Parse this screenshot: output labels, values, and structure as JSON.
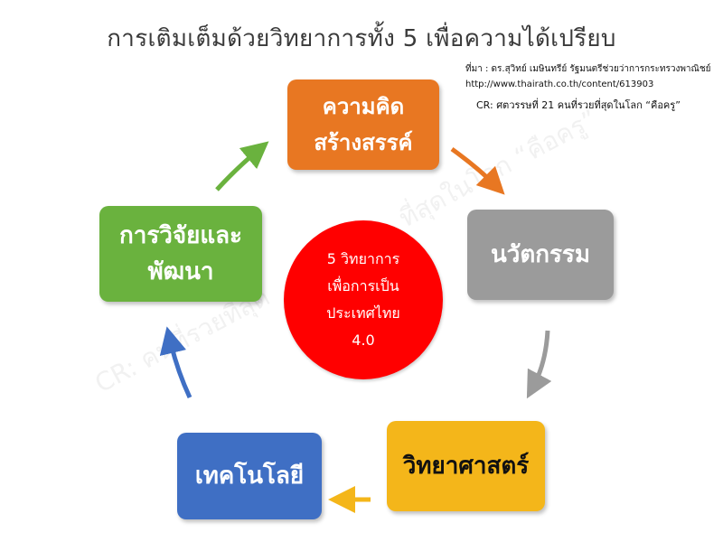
{
  "title": "การเติมเต็มด้วยวิทยาการทั้ง 5 เพื่อความได้เปรียบ",
  "source": {
    "line1": "ที่มา : ดร.สุวิทย์ เมษินทรีย์ รัฐมนตรีช่วยว่าการกระทรวงพาณิชย์",
    "line2": "http://www.thairath.co.th/content/613903",
    "credit": "CR: ศตวรรษที่ 21 คนที่รวยที่สุดในโลก “คือครู”"
  },
  "watermark": {
    "text1": "CR: คนที่รวยที่สุด",
    "text2": "ที่สุดในโลก “คือครู”"
  },
  "nodes": {
    "creative": {
      "line1": "ความคิด",
      "line2": "สร้างสรรค์",
      "color": "#e87722"
    },
    "innovation": {
      "line1": "นวัตกรรม",
      "color": "#9b9b9b"
    },
    "science": {
      "line1": "วิทยาศาสตร์",
      "color": "#f4b61a"
    },
    "technology": {
      "line1": "เทคโนโลยี",
      "color": "#3f6fc4"
    },
    "research": {
      "line1": "การวิจัยและ",
      "line2": "พัฒนา",
      "color": "#6ab23e"
    }
  },
  "center": {
    "line1": "5 วิทยาการ",
    "line2": "เพื่อการเป็น",
    "line3": "ประเทศไทย",
    "line4": "4.0",
    "color": "#ff0000"
  },
  "arrow_colors": {
    "research_to_creative": "#6ab23e",
    "creative_to_innovation": "#e87722",
    "innovation_to_science": "#9b9b9b",
    "science_to_technology": "#f4b61a",
    "technology_to_research": "#3f6fc4"
  }
}
